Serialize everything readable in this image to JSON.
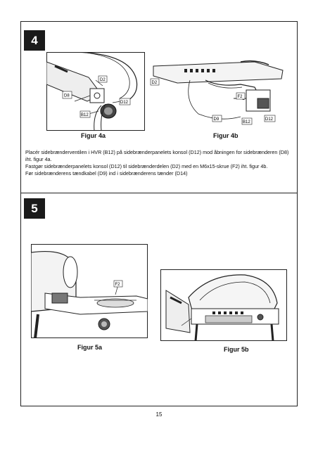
{
  "steps": [
    {
      "number": "4",
      "figures": [
        {
          "caption": "Figur 4a",
          "labels": [
            "D2",
            "D8",
            "D12",
            "B12"
          ]
        },
        {
          "caption": "Figur 4b",
          "labels": [
            "D2",
            "F2",
            "D9",
            "B12",
            "D12"
          ]
        }
      ],
      "instructions": [
        "Placér sidebrænderventilen i HVR (B12) på sidebrænderpanelets konsol (D12) mod åbningen for sidebrænderen (D8) iht. figur 4a.",
        "Fastgør sidebrænderpanelets konsol (D12) til sidebrænderdelen (D2) med en M6x15-skrue (F2) iht. figur 4b.",
        "Før sidebrænderens tændkabel (D9) ind i sidebrænderens tænder (D14)"
      ]
    },
    {
      "number": "5",
      "figures": [
        {
          "caption": "Figur 5a",
          "labels": [
            "F2"
          ]
        },
        {
          "caption": "Figur 5b",
          "labels": []
        }
      ]
    }
  ],
  "page_number": "15"
}
